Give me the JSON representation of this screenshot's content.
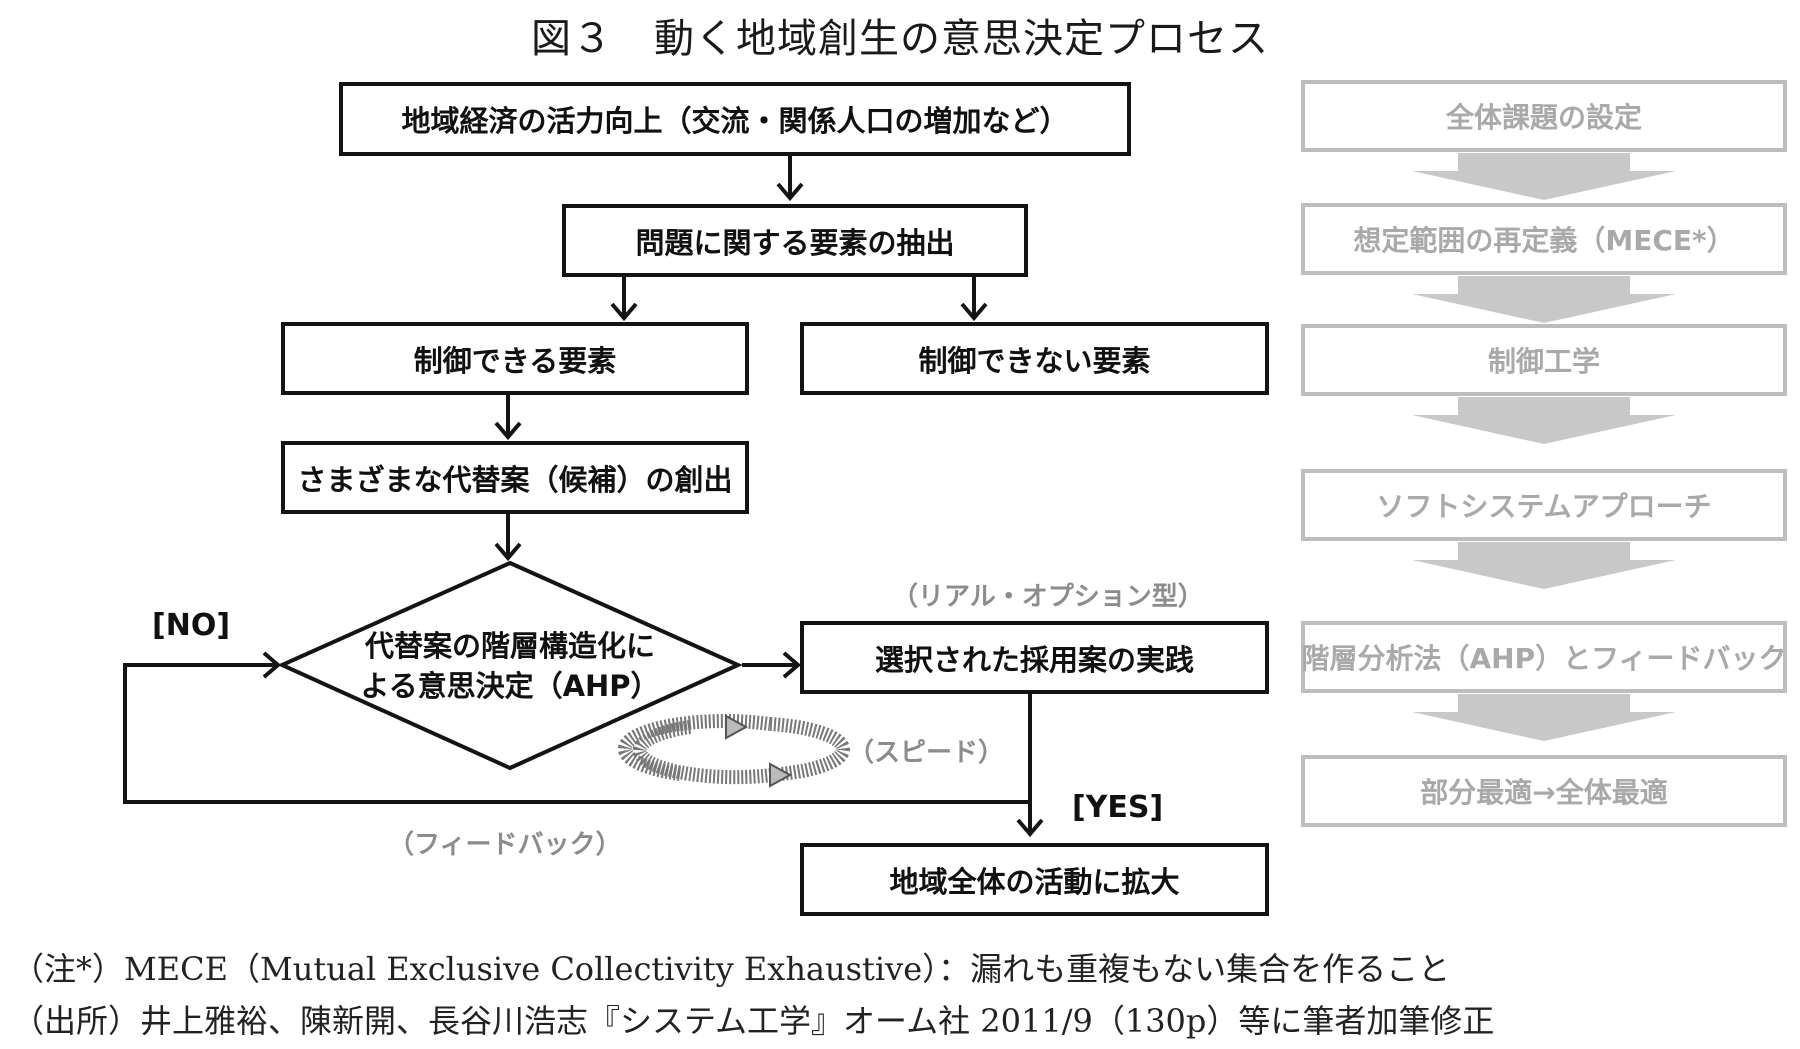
{
  "title": "図３　動く地域創生の意思決定プロセス",
  "flow": {
    "top": "地域経済の活力向上（交流・関係人口の増加など）",
    "extract": "問題に関する要素の抽出",
    "controllable": "制御できる要素",
    "uncontrollable": "制御できない要素",
    "alternatives": "さまざまな代替案（候補）の創出",
    "decision_line1": "代替案の階層構造化に",
    "decision_line2": "よる意思決定（AHP）",
    "practice": "選択された採用案の実践",
    "expand": "地域全体の活動に拡大"
  },
  "labels": {
    "no": "[NO]",
    "yes": "[YES]",
    "real_option": "（リアル・オプション型）",
    "speed": "（スピード）",
    "feedback": "（フィードバック）"
  },
  "side_steps": [
    "全体課題の設定",
    "想定範囲の再定義（MECE*）",
    "制御工学",
    "ソフトシステムアプローチ",
    "階層分析法（AHP）とフィードバック",
    "部分最適→全体最適"
  ],
  "notes": {
    "note1": "（注*）MECE（Mutual Exclusive Collectivity Exhaustive）：漏れも重複もない集合を作ること",
    "source": "（出所）井上雅裕、陳新開、長谷川浩志『システム工学』オーム社 2011/9（130p）等に筆者加筆修正"
  },
  "colors": {
    "main_stroke": "#141414",
    "side_stroke": "#bdbdbd",
    "side_text": "#a9a9a9",
    "side_arrow": "#c8c8c8",
    "label_grey": "#8c8c8c"
  }
}
